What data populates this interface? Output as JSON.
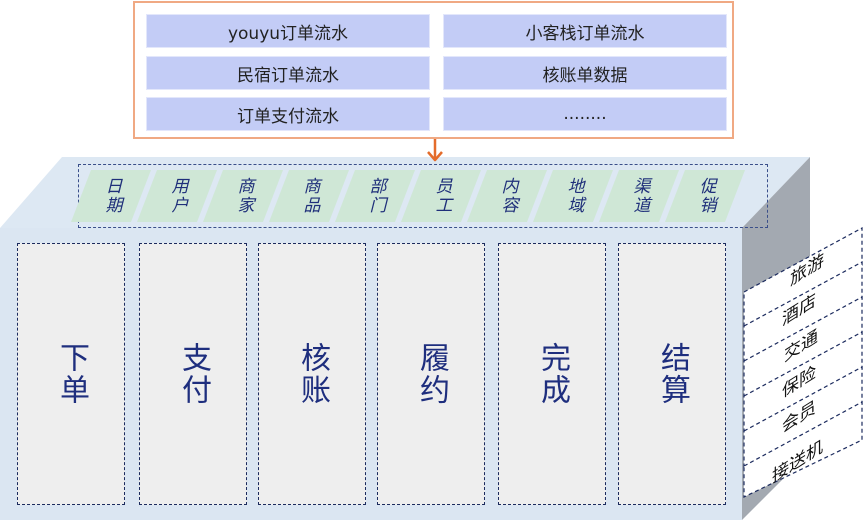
{
  "sources": [
    "youyu订单流水",
    "小客栈订单流水",
    "民宿订单流水",
    "核账单数据",
    "订单支付流水",
    "........"
  ],
  "dimensions": [
    "日期",
    "用户",
    "商家",
    "商品",
    "部门",
    "员工",
    "内容",
    "地域",
    "渠道",
    "促销"
  ],
  "processes": [
    "下单",
    "支付",
    "核账",
    "履约",
    "完成",
    "结算"
  ],
  "businesses": [
    "旅游",
    "酒店",
    "交通",
    "保险",
    "会员",
    "接送机"
  ],
  "colors": {
    "source_border": "#f0a983",
    "source_item": "#c3ccf6",
    "arrow": "#e46c2b",
    "cube_top": "#dde8f3",
    "cube_front": "#dbe6f2",
    "cube_side": "#a3a9b1",
    "dimension_cell": "#cfe7d6",
    "process_cell": "#eeeeee",
    "text_dark_blue": "#1e2e7e"
  }
}
